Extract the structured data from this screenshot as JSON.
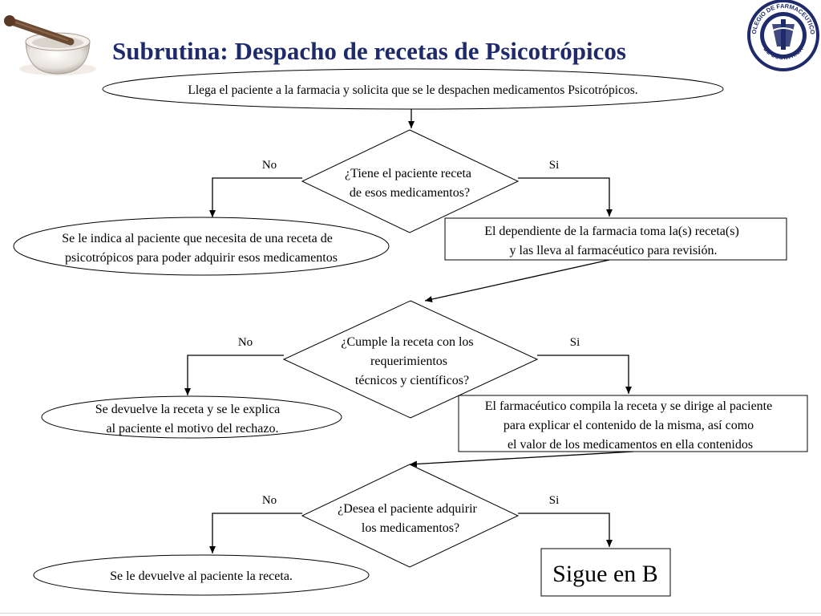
{
  "title": "Subrutina:  Despacho de recetas de Psicotrópicos",
  "logo": {
    "text_top": "COLEGIO DE FARMACEUTICOS",
    "text_bottom": "DE COSTA RICA",
    "color": "#1f2a6b"
  },
  "nodes": {
    "start": "Llega el paciente a la farmacia y solicita que se le despachen medicamentos Psicotrópicos.",
    "q1": [
      "¿Tiene el paciente receta",
      "de esos medicamentos?"
    ],
    "no1": [
      "Se le indica al paciente que necesita de una receta de",
      "psicotrópicos para poder adquirir esos medicamentos"
    ],
    "yes1": [
      "El dependiente de la farmacia toma la(s) receta(s)",
      "y las lleva al farmacéutico para revisión."
    ],
    "q2": [
      "¿Cumple la receta con los",
      "requerimientos",
      "técnicos y científicos?"
    ],
    "no2": [
      "Se devuelve la receta y se le explica",
      "al paciente el motivo del rechazo."
    ],
    "yes2": [
      "El farmacéutico compila la receta y se dirige al paciente",
      "para explicar el contenido de la misma, así como",
      "el valor de los medicamentos en ella contenidos"
    ],
    "q3": [
      "¿Desea el paciente adquirir",
      "los medicamentos?"
    ],
    "no3": "Se le devuelve al paciente la receta.",
    "yes3": "Sigue en B"
  },
  "labels": {
    "no": "No",
    "yes": "Si"
  }
}
